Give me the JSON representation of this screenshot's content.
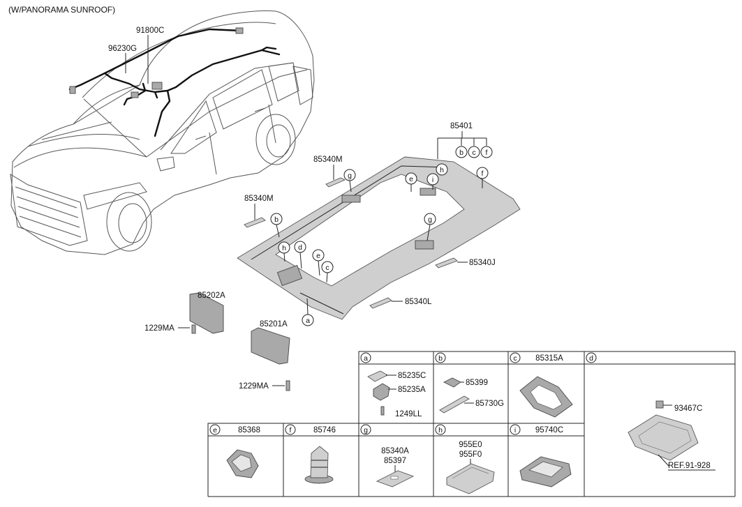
{
  "title": "(W/PANORAMA SUNROOF)",
  "callouts": {
    "c91800c": "91800C",
    "c96230g": "96230G",
    "c85401": "85401",
    "c85340m_a": "85340M",
    "c85340m_b": "85340M",
    "c85340j": "85340J",
    "c85340l": "85340L",
    "c85202a": "85202A",
    "c85201a": "85201A",
    "c1229ma_a": "1229MA",
    "c1229ma_b": "1229MA"
  },
  "markers": {
    "b": "b",
    "c": "c",
    "f": "f",
    "g": "g",
    "h": "h",
    "e": "e",
    "i": "i",
    "d": "d",
    "a": "a"
  },
  "table": {
    "row1": [
      {
        "letter": "a",
        "title": ""
      },
      {
        "letter": "b",
        "title": ""
      },
      {
        "letter": "c",
        "title": "85315A"
      },
      {
        "letter": "d",
        "title": ""
      }
    ],
    "row2": [
      {
        "letter": "e",
        "title": "85368"
      },
      {
        "letter": "f",
        "title": "85746"
      },
      {
        "letter": "g",
        "title": ""
      },
      {
        "letter": "h",
        "title": ""
      },
      {
        "letter": "i",
        "title": "95740C"
      }
    ],
    "a_parts": [
      "85235C",
      "85235A",
      "1249LL"
    ],
    "b_parts": [
      "85399",
      "85730G"
    ],
    "d_parts": [
      "93467C",
      "REF.91-928"
    ],
    "g_parts": [
      "85340A",
      "85397"
    ],
    "h_parts": [
      "955E0",
      "955F0"
    ]
  }
}
